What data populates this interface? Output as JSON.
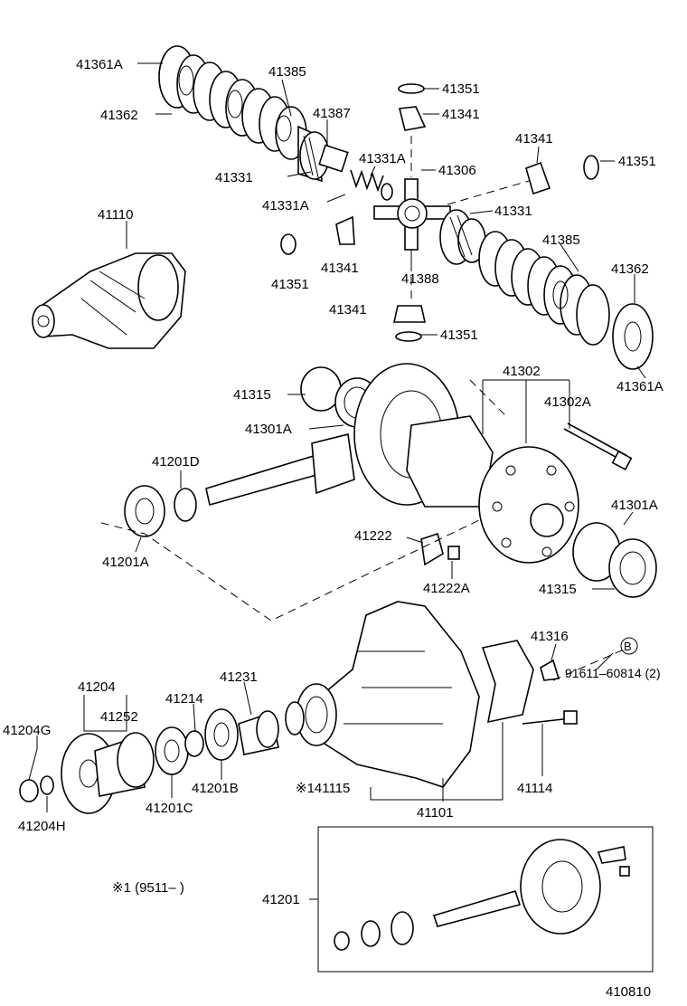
{
  "labels": {
    "l41361A_top": "41361A",
    "l41385_top": "41385",
    "l41362_top": "41362",
    "l41387": "41387",
    "l41331_top": "41331",
    "l41331A_a": "41331A",
    "l41331A_b": "41331A",
    "l41351_a": "41351",
    "l41341_a": "41341",
    "l41306": "41306",
    "l41341_b": "41341",
    "l41351_b": "41351",
    "l41331_right": "41331",
    "l41110": "41110",
    "l41351_c": "41351",
    "l41341_c": "41341",
    "l41388": "41388",
    "l41385_right": "41385",
    "l41362_right": "41362",
    "l41341_d": "41341",
    "l41351_d": "41351",
    "l41361A_right": "41361A",
    "l41302": "41302",
    "l41302A": "41302A",
    "l41315_a": "41315",
    "l41301A_a": "41301A",
    "l41201D": "41201D",
    "l41301A_b": "41301A",
    "l41222": "41222",
    "l41201A": "41201A",
    "l41222A": "41222A",
    "l41315_b": "41315",
    "l41316": "41316",
    "lB": "B",
    "l91611": "91611–60814 (2)",
    "l41204": "41204",
    "l41231": "41231",
    "l41214": "41214",
    "l41252": "41252",
    "l41204G": "41204G",
    "l41201B": "41201B",
    "l41201C": "41201C",
    "l41204H": "41204H",
    "l141115": "※141115",
    "l41101": "41101",
    "l41114": "41114",
    "lnote": "※1 (9511–        )",
    "l41201": "41201",
    "lref": "410810"
  }
}
